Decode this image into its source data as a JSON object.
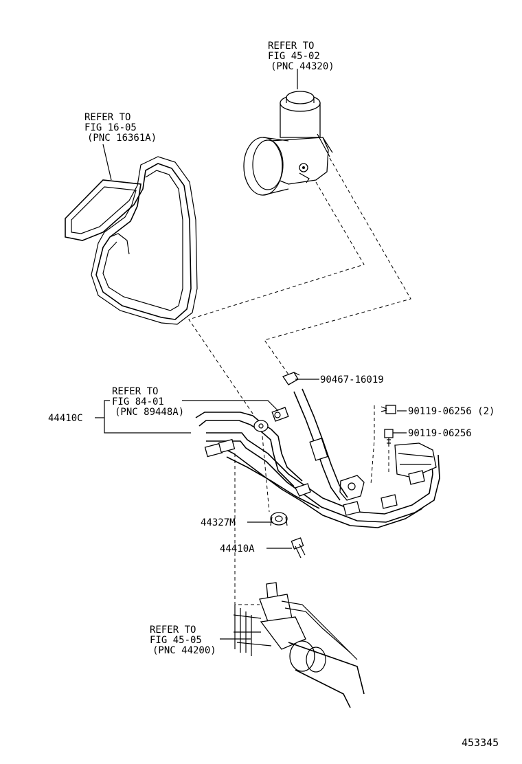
{
  "callouts": {
    "belt_ref": [
      "REFER TO",
      "FIG 16-05",
      "(PNC 16361A)"
    ],
    "pump_ref": [
      "REFER TO",
      "FIG 45-02",
      "(PNC 44320)"
    ],
    "hose_ref": [
      "REFER TO",
      "FIG 84-01",
      "(PNC 89448A)"
    ],
    "gear_ref": [
      "REFER TO",
      "FIG 45-05",
      "(PNC 44200)"
    ]
  },
  "parts": {
    "clamp": "90467-16019",
    "bolt_a": "90119-06256 (2)",
    "bolt_b": "90119-06256",
    "tube_assy": "44410C",
    "gasket": "44327M",
    "union_bolt": "44410A"
  },
  "illustration_number": "453345"
}
